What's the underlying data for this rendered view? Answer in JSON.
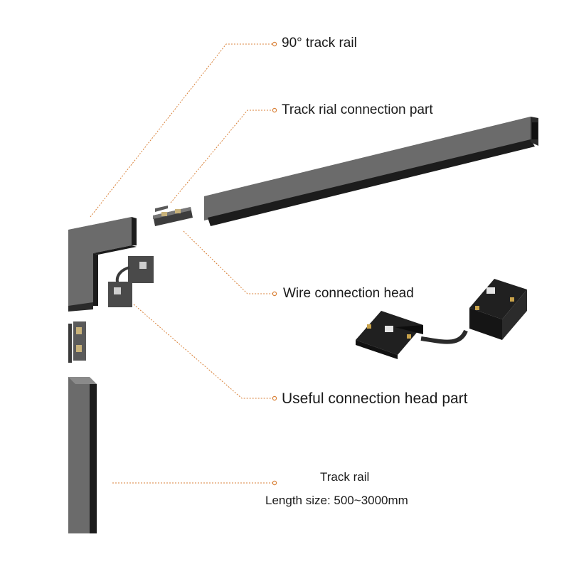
{
  "labels": {
    "rail_90": "90° track rail",
    "connection_part": "Track rial connection part",
    "wire_head": "Wire connection head",
    "useful_head": "Useful connection head part",
    "track_rail": "Track rail",
    "length_size": "Length size: 500~3000mm"
  },
  "colors": {
    "rail_gray": "#6b6b6b",
    "rail_dark": "#1c1c1c",
    "leader": "#d9823a",
    "text": "#1a1a1a"
  }
}
